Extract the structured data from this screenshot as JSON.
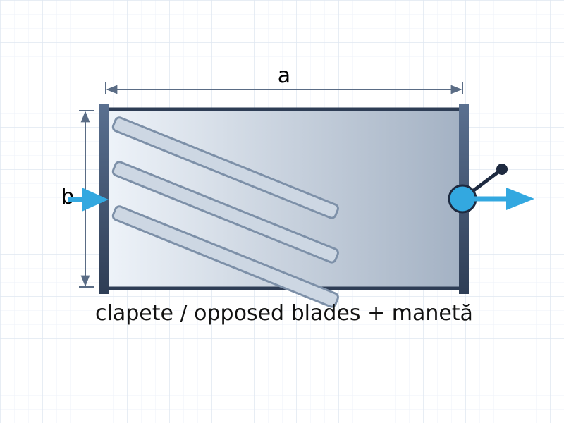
{
  "labels": {
    "width_dimension": "a",
    "height_dimension": "b",
    "caption": "clapete / opposed blades + manetă"
  },
  "colors": {
    "grid_line": "#e3eaf3",
    "frame_dark": "#2e3d55",
    "frame_side": "#4d6380",
    "body_light": "#eaf0f7",
    "body_dark": "#a3b1c3",
    "blade_fill": "#cdd7e3",
    "blade_stroke": "#7d90a8",
    "dimension_line": "#5a6c85",
    "flow_arrow": "#33a8e0",
    "handle": "#1e2a40"
  },
  "blades": {
    "count": 3
  }
}
